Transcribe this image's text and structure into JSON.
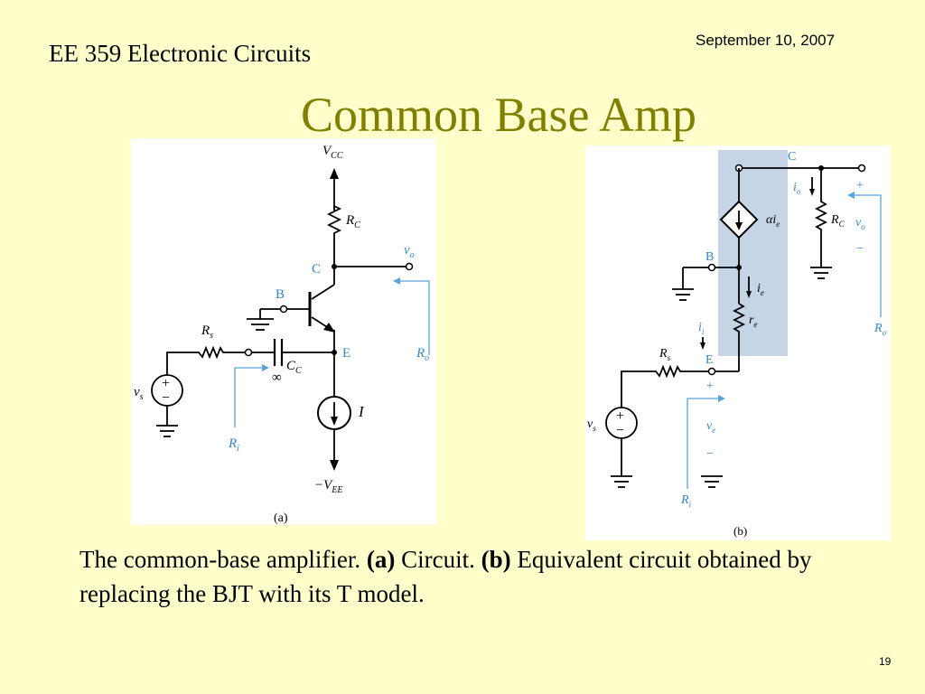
{
  "header": {
    "course": "EE 359 Electronic Circuits",
    "date": "September 10, 2007",
    "title": "Common Base Amp"
  },
  "figure_a": {
    "vcc": "V",
    "vcc_sub": "CC",
    "rc": "R",
    "rc_sub": "C",
    "node_c": "C",
    "vo": "v",
    "vo_sub": "o",
    "node_b": "B",
    "rs": "R",
    "rs_sub": "s",
    "node_e": "E",
    "cc": "C",
    "cc_sub": "C",
    "infinity": "∞",
    "ro": "R",
    "ro_sub": "o",
    "vs": "v",
    "vs_sub": "s",
    "i_source": "I",
    "ri": "R",
    "ri_sub": "i",
    "vee": "−V",
    "vee_sub": "EE",
    "label": "(a)"
  },
  "figure_b": {
    "node_c": "C",
    "io": "i",
    "io_sub": "o",
    "alpha_ie": "αi",
    "alpha_ie_sub": "e",
    "rc": "R",
    "rc_sub": "C",
    "vo": "v",
    "vo_sub": "o",
    "plus_o": "+",
    "minus_o": "−",
    "node_b": "B",
    "ie": "i",
    "ie_sub": "e",
    "re": "r",
    "re_sub": "e",
    "ro": "R",
    "ro_sub": "o",
    "ii": "i",
    "ii_sub": "i",
    "node_e": "E",
    "rs": "R",
    "rs_sub": "s",
    "plus_e": "+",
    "ve": "v",
    "ve_sub": "e",
    "minus_e": "−",
    "vs": "v",
    "vs_sub": "s",
    "ri": "R",
    "ri_sub": "i",
    "label": "(b)"
  },
  "caption": {
    "t1": "The common-base amplifier.  ",
    "a": "(a)",
    "t2": " Circuit.  ",
    "b": "(b)",
    "t3": " Equivalent circuit obtained by replacing the BJT with its T model."
  },
  "page_number": "19"
}
